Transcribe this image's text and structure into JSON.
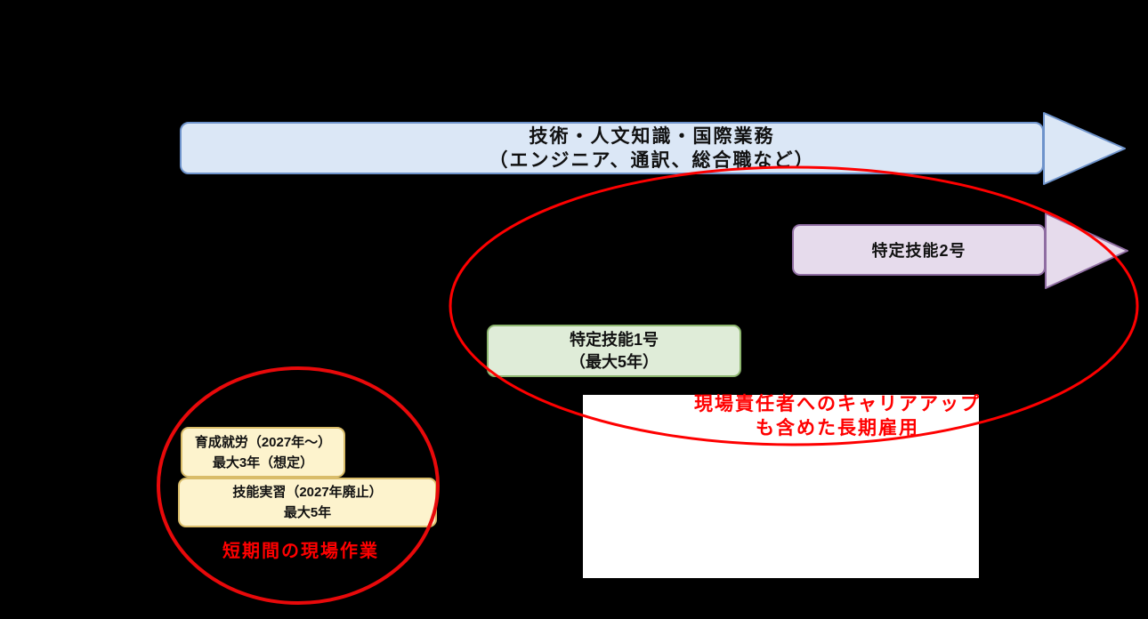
{
  "background_color": "#000000",
  "top_arrow": {
    "label_line1": "技術・人文知識・国際業務",
    "label_line2": "（エンジニア、通訳、総合職など）",
    "fill": "#dbe7f6",
    "border": "#6e93cb"
  },
  "tokutei2_arrow": {
    "label": "特定技能2号",
    "fill": "#e6dbec",
    "border": "#8f6da2"
  },
  "tokutei1_box": {
    "label_line1": "特定技能1号",
    "label_line2": "（最大5年）",
    "fill": "#dfecd8",
    "border": "#8cb56e"
  },
  "white_panel": {
    "fill": "#ffffff"
  },
  "career_note": {
    "line1": "現場責任者へのキャリアアップ",
    "line2": "も含めた長期雇用",
    "color": "#ff0000"
  },
  "ikusei_box": {
    "line1": "育成就労（2027年～）",
    "line2": "最大3年（想定）",
    "fill": "#fdf3cd",
    "border": "#d9bc69"
  },
  "ginou_box": {
    "line1": "技能実習（2027年廃止）",
    "line2": "最大5年",
    "fill": "#fdf3cd",
    "border": "#d9bc69"
  },
  "short_term_note": {
    "text": "短期間の現場作業",
    "color": "#ff0000"
  },
  "highlight_ellipses": {
    "long_term_color": "#fe0000",
    "short_term_color": "#e8090a"
  }
}
